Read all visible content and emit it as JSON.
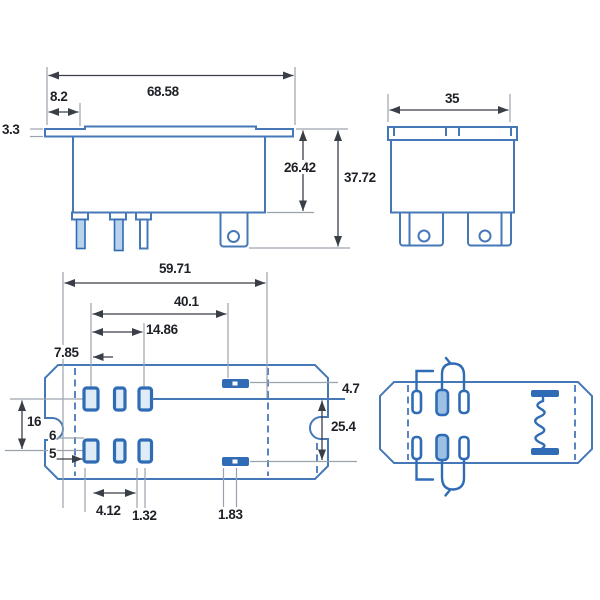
{
  "drawing": {
    "type": "relay-dimensional-drawing",
    "colors": {
      "outline_blue": "#4678b8",
      "solid_blue": "#2f6cb5",
      "pin_fill": "#dfecf8",
      "dimension_line": "#3a3f47",
      "extension_line": "#9aa3ad",
      "text": "#1d2026",
      "background": "#ffffff"
    },
    "views": {
      "side": {
        "dims": {
          "overall_width": "68.58",
          "flange_offset": "8.2",
          "flange_thickness": "3.3",
          "body_height": "26.42",
          "overall_height": "37.72"
        }
      },
      "end": {
        "dims": {
          "width": "35"
        }
      },
      "bottom": {
        "dims": {
          "overall_length": "59.71",
          "pin_to_slot": "40.1",
          "pin_group": "14.86",
          "edge_offset": "7.85",
          "notch_height": "16",
          "notch_offset": "6",
          "edge_to_pin": "5",
          "pin_pitch": "4.12",
          "pin_width": "1.32",
          "slot_tab_width": "1.83",
          "slot_width": "4.7",
          "row_spacing": "25.4"
        }
      },
      "schematic": {
        "symbol": "coil-and-contacts"
      }
    }
  }
}
